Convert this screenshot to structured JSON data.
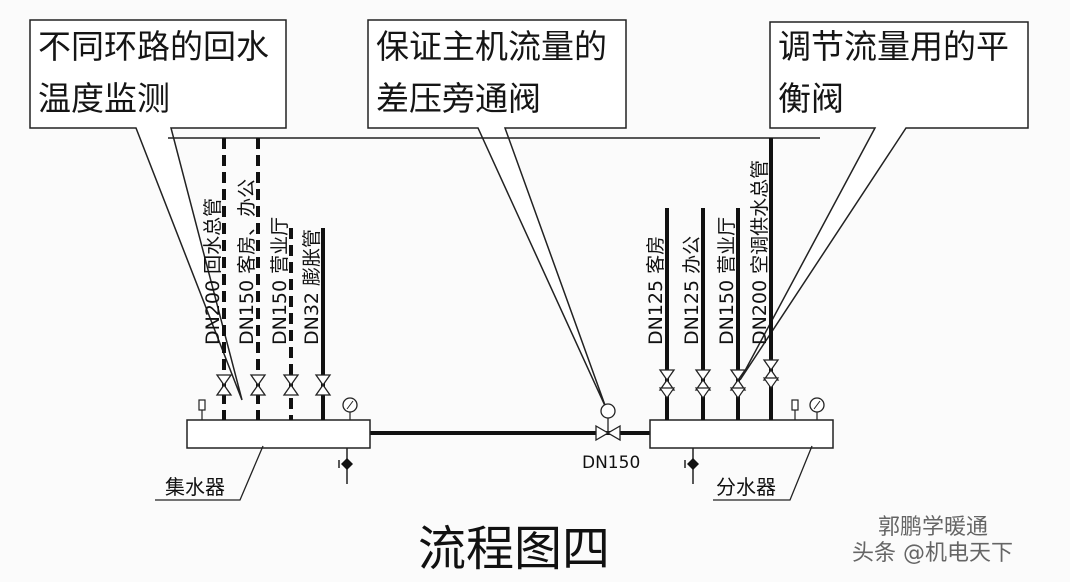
{
  "diagram": {
    "title": "流程图四",
    "callouts": [
      {
        "id": "return-temp",
        "lines": [
          "不同环路的回水",
          "温度监测"
        ]
      },
      {
        "id": "bypass-valve",
        "lines": [
          "保证主机流量的",
          "差压旁通阀"
        ]
      },
      {
        "id": "balance-valve",
        "lines": [
          "调节流量用的平",
          "衡阀"
        ]
      }
    ],
    "collector": {
      "name": "集水器",
      "branches": [
        {
          "size": "DN200",
          "name": "回水总管",
          "style": "dashed"
        },
        {
          "size": "DN150",
          "name": "客房、办公",
          "style": "dashed"
        },
        {
          "size": "DN150",
          "name": "营业厅",
          "style": "dashed"
        },
        {
          "size": "DN32",
          "name": "膨胀管",
          "style": "solid"
        }
      ]
    },
    "distributor": {
      "name": "分水器",
      "branches": [
        {
          "size": "DN125",
          "name": "客房",
          "style": "solid"
        },
        {
          "size": "DN125",
          "name": "办公",
          "style": "solid"
        },
        {
          "size": "DN150",
          "name": "营业厅",
          "style": "solid"
        },
        {
          "size": "DN200",
          "name": "空调供水总管",
          "style": "solid"
        }
      ]
    },
    "bypass": {
      "size": "DN150"
    },
    "watermark": {
      "line1": "郭鹏学暖通",
      "line2": "头条 @机电天下"
    }
  }
}
